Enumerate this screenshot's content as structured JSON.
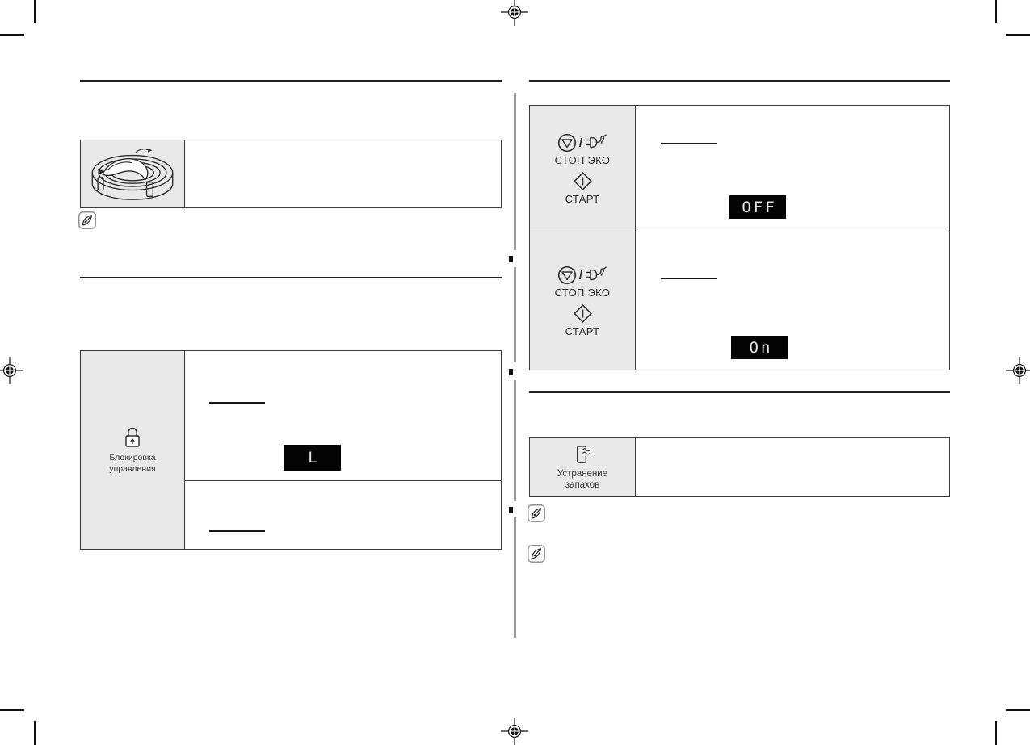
{
  "page_type": "appliance-user-manual-print-page",
  "language": "Russian",
  "controls": {
    "stop_eco_label": "СТОП ЭКО",
    "start_label": "СТАРТ",
    "slash": "/",
    "child_lock_line1": "Блокировка",
    "child_lock_line2": "управления",
    "deodorize_line1": "Устранение",
    "deodorize_line2": "запахов"
  },
  "displays": {
    "child_lock": "L",
    "off": "OFF",
    "on": "On"
  },
  "icons": {
    "note": "pen-note-icon",
    "stop": "stop-triangle-circle-icon",
    "eco_plug": "eco-unplug-icon",
    "start": "start-diamond-icon",
    "child_lock": "padlock-icon",
    "deodorize": "door-odor-waves-icon",
    "turntable": "roller-ring-line-drawing",
    "registration_mark": "print-registration-mark",
    "crop_mark": "print-crop-mark"
  },
  "colors": {
    "page_bg": "#ffffff",
    "cell_bg": "#e9e9e9",
    "table_border": "#3a3a3a",
    "rule": "#1f1f1f",
    "display_bg": "#040404",
    "display_text": "#e6e6e6",
    "center_divider": "#9b9b9b",
    "text": "#2e2e2e"
  }
}
